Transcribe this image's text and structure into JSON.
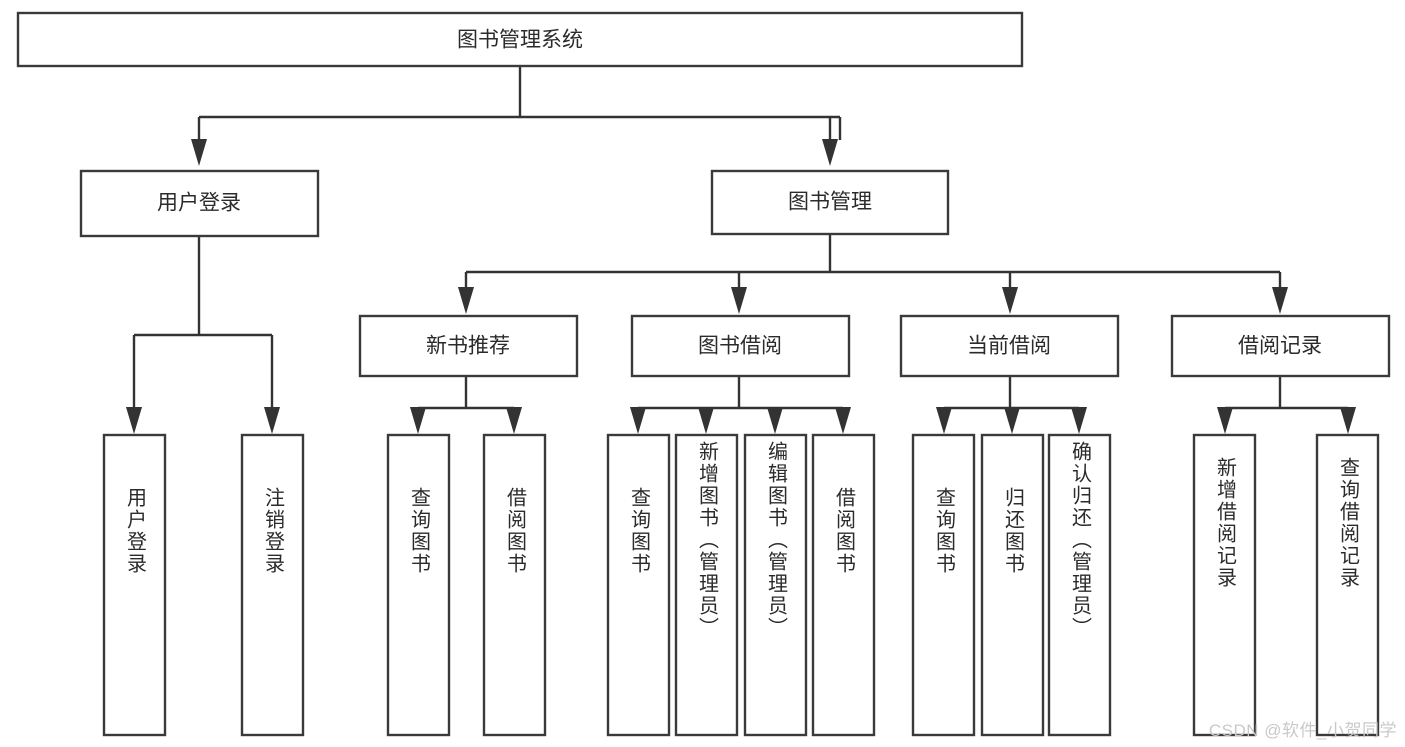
{
  "diagram": {
    "type": "hierarchy-tree",
    "title_node": {
      "id": "root",
      "label": "图书管理系统"
    },
    "level1": [
      {
        "id": "user-login",
        "label": "用户登录"
      },
      {
        "id": "book-management",
        "label": "图书管理"
      }
    ],
    "level2": [
      {
        "id": "new-book-recommend",
        "label": "新书推荐",
        "parent": "book-management"
      },
      {
        "id": "book-borrow",
        "label": "图书借阅",
        "parent": "book-management"
      },
      {
        "id": "current-borrow",
        "label": "当前借阅",
        "parent": "book-management"
      },
      {
        "id": "borrow-record",
        "label": "借阅记录",
        "parent": "book-management"
      }
    ],
    "leaves": {
      "user-login": [
        {
          "id": "leaf-user-login",
          "label": "用户登录"
        },
        {
          "id": "leaf-logout-login",
          "label": "注销登录"
        }
      ],
      "new-book-recommend": [
        {
          "id": "leaf-query-book-1",
          "label": "查询图书"
        },
        {
          "id": "leaf-borrow-book-1",
          "label": "借阅图书"
        }
      ],
      "book-borrow": [
        {
          "id": "leaf-query-book-2",
          "label": "查询图书"
        },
        {
          "id": "leaf-add-book-admin",
          "label": "新增图书（管理员）"
        },
        {
          "id": "leaf-edit-book-admin",
          "label": "编辑图书（管理员）"
        },
        {
          "id": "leaf-borrow-book-2",
          "label": "借阅图书"
        }
      ],
      "current-borrow": [
        {
          "id": "leaf-query-book-3",
          "label": "查询图书"
        },
        {
          "id": "leaf-return-book",
          "label": "归还图书"
        },
        {
          "id": "leaf-confirm-return-admin",
          "label": "确认归还（管理员）"
        }
      ],
      "borrow-record": [
        {
          "id": "leaf-add-borrow-record",
          "label": "新增借阅记录"
        },
        {
          "id": "leaf-query-borrow-record",
          "label": "查询借阅记录"
        }
      ]
    },
    "watermark": "CSDN @软件_小贺同学",
    "colors": {
      "box_stroke": "#3a3a3a",
      "connector": "#333333",
      "text": "#2b2b2b",
      "background": "#ffffff",
      "watermark": "#c9c9c9"
    }
  }
}
